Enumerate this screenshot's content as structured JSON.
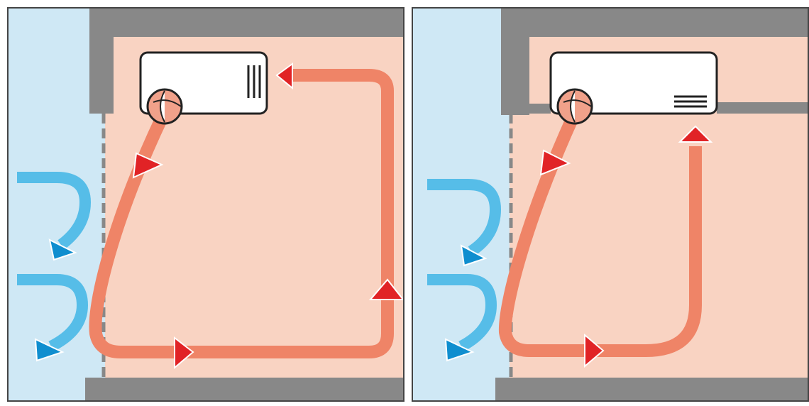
{
  "colors": {
    "outdoor": "#cfe8f5",
    "room": "#f9d3c2",
    "wall": "#888888",
    "frame": "#444444",
    "warm_flow": "#ef8467",
    "arrow_red": "#e12326",
    "cold_flow": "#56bde8",
    "arrow_blue": "#0f8ecf",
    "unit": "#ffffff",
    "fan": "#f1a18a"
  },
  "panels": [
    {
      "id": "left",
      "louver_orientation": "vertical",
      "circulation": "full-room-loop"
    },
    {
      "id": "right",
      "louver_orientation": "horizontal",
      "circulation": "short-loop"
    }
  ],
  "icons": [
    "wall-unit-icon",
    "fan-icon",
    "flow-arrow-icon",
    "cold-draft-arrow-icon"
  ]
}
